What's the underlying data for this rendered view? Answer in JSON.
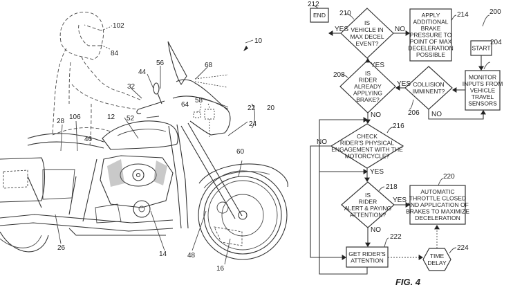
{
  "figure": {
    "caption": "FIG. 4",
    "system_ref": "10"
  },
  "motorcycle": {
    "refs": [
      {
        "id": "ref-102",
        "text": "102"
      },
      {
        "id": "ref-84",
        "text": "84"
      },
      {
        "id": "ref-10",
        "text": "10"
      },
      {
        "id": "ref-56",
        "text": "56"
      },
      {
        "id": "ref-68",
        "text": "68"
      },
      {
        "id": "ref-44",
        "text": "44"
      },
      {
        "id": "ref-32",
        "text": "32"
      },
      {
        "id": "ref-58",
        "text": "58"
      },
      {
        "id": "ref-64",
        "text": "64"
      },
      {
        "id": "ref-22",
        "text": "22"
      },
      {
        "id": "ref-20",
        "text": "20"
      },
      {
        "id": "ref-24",
        "text": "24"
      },
      {
        "id": "ref-12",
        "text": "12"
      },
      {
        "id": "ref-52",
        "text": "52"
      },
      {
        "id": "ref-106",
        "text": "106"
      },
      {
        "id": "ref-28",
        "text": "28"
      },
      {
        "id": "ref-46",
        "text": "46"
      },
      {
        "id": "ref-60",
        "text": "60"
      },
      {
        "id": "ref-26",
        "text": "26"
      },
      {
        "id": "ref-14",
        "text": "14"
      },
      {
        "id": "ref-48",
        "text": "48"
      },
      {
        "id": "ref-16",
        "text": "16"
      }
    ]
  },
  "flowchart": {
    "nodes": {
      "start": {
        "ref": "200",
        "lines": [
          "START"
        ]
      },
      "monitor": {
        "ref": "204",
        "lines": [
          "MONITOR",
          "INPUTS FROM",
          "VEHICLE",
          "TRAVEL",
          "SENSORS"
        ]
      },
      "collision": {
        "ref": "206",
        "lines": [
          "COLLISION",
          "IMMINENT?"
        ]
      },
      "applying": {
        "ref": "208",
        "lines": [
          "IS",
          "RIDER",
          "ALREADY",
          "APPLYING",
          "BRAKE?"
        ]
      },
      "maxdecel": {
        "ref": "210",
        "lines": [
          "IS",
          "VEHICLE IN",
          "MAX DECEL",
          "EVENT?"
        ]
      },
      "end": {
        "ref": "212",
        "lines": [
          "END"
        ]
      },
      "additional": {
        "ref": "214",
        "lines": [
          "APPLY",
          "ADDITIONAL",
          "BRAKE",
          "PRESSURE TO",
          "POINT OF MAX",
          "DECELERATION",
          "POSSIBLE"
        ]
      },
      "engagement": {
        "ref": "216",
        "lines": [
          "CHECK",
          "RIDER'S PHYSICAL",
          "ENGAGEMENT WITH THE",
          "MOTORCYCLE?"
        ]
      },
      "alert": {
        "ref": "218",
        "lines": [
          "IS",
          "RIDER",
          "ALERT & PAYING",
          "ATTENTION?"
        ]
      },
      "automatic": {
        "ref": "220",
        "lines": [
          "AUTOMATIC",
          "THROTTLE CLOSED",
          "AND APPLICATION OF",
          "BRAKES TO MAXIMIZE",
          "DECELERATION"
        ]
      },
      "getattn": {
        "ref": "222",
        "lines": [
          "GET RIDER'S",
          "ATTENTION"
        ]
      },
      "delay": {
        "ref": "224",
        "lines": [
          "TIME",
          "DELAY"
        ]
      }
    },
    "edge_labels": {
      "yes": "YES",
      "no": "NO"
    }
  }
}
